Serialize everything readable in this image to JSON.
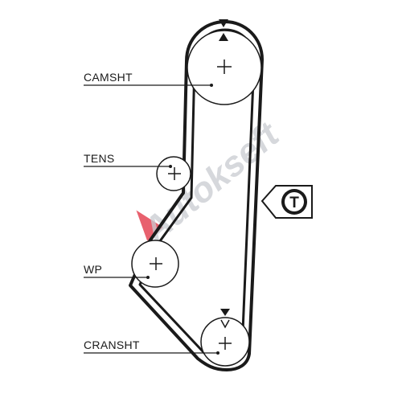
{
  "labels": {
    "camshaft": "CAMSHT",
    "tensioner": "TENS",
    "water_pump": "WP",
    "crankshaft": "CRANSHT"
  },
  "tension_badge": "T",
  "watermark": "Autokseft",
  "colors": {
    "belt": "#1a1a1a",
    "watermark_accent": "#e23a4a",
    "watermark": "#c9ccd1"
  }
}
